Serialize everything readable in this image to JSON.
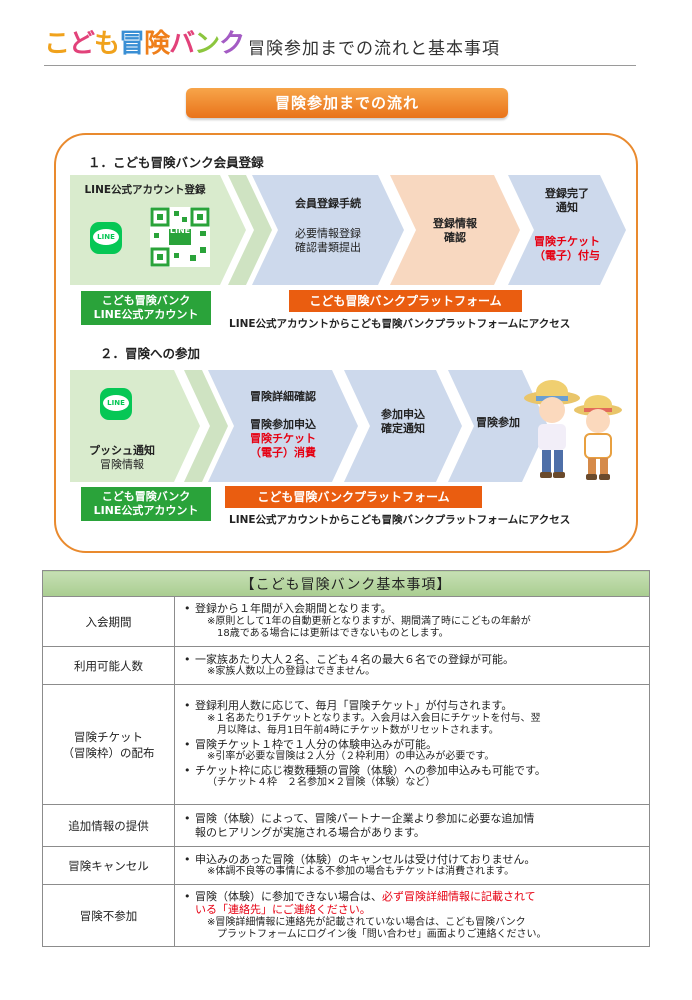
{
  "header": {
    "logo": [
      "こ",
      "ど",
      "も",
      "冒",
      "険",
      "バ",
      "ン",
      "ク"
    ],
    "logo_colors": [
      "#f0a21c",
      "#e2427a",
      "#f0a21c",
      "#3a8fd4",
      "#ef7f1a",
      "#e2427a",
      "#8cc63e",
      "#a45bc4"
    ],
    "title": "冒険参加までの流れと基本事項"
  },
  "section_label": "冒険参加までの流れ",
  "step1": {
    "title": "１．こども冒険バンク会員登録",
    "line_registration": "LINE公式アカウント登録",
    "line_icon": "LINE",
    "qr_icon": "LINE",
    "member": [
      "会員登録手続",
      "必要情報登録",
      "確認書類提出"
    ],
    "confirm": [
      "登録情報",
      "確認"
    ],
    "complete": [
      "登録完了",
      "通知"
    ],
    "ticket": [
      "冒険チケット",
      "（電子）付与"
    ],
    "line_account": [
      "こども冒険バンク",
      "LINE公式アカウント"
    ],
    "platform": "こども冒険バンクプラットフォーム",
    "access": "LINE公式アカウントからこども冒険バンクプラットフォームにアクセス"
  },
  "step2": {
    "title": "２．冒険への参加",
    "line_icon": "LINE",
    "push": [
      "プッシュ通知",
      "冒険情報"
    ],
    "detail": [
      "冒険詳細確認",
      "冒険参加申込"
    ],
    "ticket": [
      "冒険チケット",
      "（電子）消費"
    ],
    "apply": [
      "参加申込",
      "確定通知"
    ],
    "join": "冒険参加",
    "line_account": [
      "こども冒険バンク",
      "LINE公式アカウント"
    ],
    "platform": "こども冒険バンクプラットフォーム",
    "access": "LINE公式アカウントからこども冒険バンクプラットフォームにアクセス"
  },
  "table": {
    "heading": "【こども冒険バンク基本事項】",
    "rows": [
      {
        "label": "入会期間",
        "b1": "登録から１年間が入会期間となります。",
        "n1": "※原則として1年の自動更新となりますが、期間満了時にこどもの年齢が",
        "n1b": "18歳である場合には更新はできないものとします。"
      },
      {
        "label": "利用可能人数",
        "b1": "一家族あたり大人２名、こども４名の最大６名での登録が可能。",
        "n1": "※家族人数以上の登録はできません。"
      },
      {
        "label_1": "冒険チケット",
        "label_2": "（冒険枠）の配布",
        "b1": "登録利用人数に応じて、毎月「冒険チケット」が付与されます。",
        "n1": "※１名あたり1チケットとなります。入会月は入会日にチケットを付与、翌",
        "n1b": "月以降は、毎月1日午前4時にチケット数がリセットされます。",
        "b2": "冒険チケット１枠で１人分の体験申込みが可能。",
        "n2": "※引率が必要な冒険は２人分（２枠利用）の申込みが必要です。",
        "b3": "チケット枠に応じ複数種類の冒険（体験）への参加申込みも可能です。",
        "n3": "（チケット４枠　２名参加✕２冒険（体験）など）"
      },
      {
        "label": "追加情報の提供",
        "b1": "冒険（体験）によって、冒険パートナー企業より参加に必要な追加情",
        "b1b": "報のヒアリングが実施される場合があります。"
      },
      {
        "label": "冒険キャンセル",
        "b1": "申込みのあった冒険（体験）のキャンセルは受け付けておりません。",
        "n1": "※体調不良等の事情による不参加の場合もチケットは消費されます。"
      },
      {
        "label": "冒険不参加",
        "b1a": "冒険（体験）に参加できない場合は、",
        "b1r": "必ず冒険詳細情報に記載されて",
        "b1r2": "いる「連絡先」にご連絡ください。",
        "n1": "※冒険詳細情報に連絡先が記載されていない場合は、こども冒険バンク",
        "n1b": "プラットフォームにログイン後「問い合わせ」画面よりご連絡ください。"
      }
    ]
  }
}
